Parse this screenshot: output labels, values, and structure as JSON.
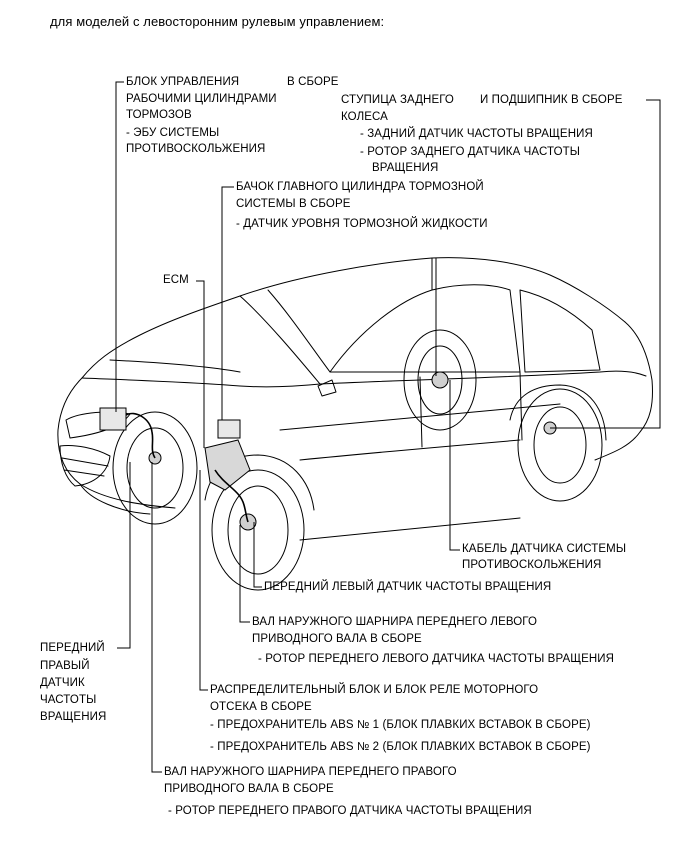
{
  "heading": "для моделей с левосторонним рулевым управлением:",
  "labels": {
    "brake_actuator": {
      "l1": "БЛОК УПРАВЛЕНИЯ",
      "l1b": "В СБОРЕ",
      "l2": "РАБОЧИМИ ЦИЛИНДРАМИ",
      "l3": "ТОРМОЗОВ",
      "l4": "- ЭБУ СИСТЕМЫ",
      "l5": "ПРОТИВОСКОЛЬЖЕНИЯ"
    },
    "rear_hub": {
      "l1": "СТУПИЦА ЗАДНЕГО",
      "l1b": "И ПОДШИПНИК В СБОРЕ",
      "l2": "КОЛЕСА",
      "l3": "- ЗАДНИЙ ДАТЧИК ЧАСТОТЫ ВРАЩЕНИЯ",
      "l4": "- РОТОР ЗАДНЕГО ДАТЧИКА ЧАСТОТЫ",
      "l5": "ВРАЩЕНИЯ"
    },
    "master_cylinder": {
      "l1": "БАЧОК ГЛАВНОГО ЦИЛИНДРА ТОРМОЗНОЙ",
      "l2": "СИСТЕМЫ В СБОРЕ",
      "l3": "- ДАТЧИК УРОВНЯ ТОРМОЗНОЙ ЖИДКОСТИ"
    },
    "ecm": "ECM",
    "skid_cable": {
      "l1": "КАБЕЛЬ ДАТЧИКА СИСТЕМЫ",
      "l2": "ПРОТИВОСКОЛЬЖЕНИЯ"
    },
    "front_left_sensor": "ПЕРЕДНИЙ ЛЕВЫЙ ДАТЧИК ЧАСТОТЫ ВРАЩЕНИЯ",
    "front_left_shaft": {
      "l1": "ВАЛ НАРУЖНОГО ШАРНИРА ПЕРЕДНЕГО ЛЕВОГО",
      "l2": "ПРИВОДНОГО ВАЛА В СБОРЕ",
      "l3": "- РОТОР ПЕРЕДНЕГО ЛЕВОГО ДАТЧИКА ЧАСТОТЫ ВРАЩЕНИЯ"
    },
    "front_right_sensor": {
      "l1": "ПЕРЕДНИЙ",
      "l2": "ПРАВЫЙ",
      "l3": "ДАТЧИК",
      "l4": "ЧАСТОТЫ",
      "l5": "ВРАЩЕНИЯ"
    },
    "relay_block": {
      "l1": "РАСПРЕДЕЛИТЕЛЬНЫЙ БЛОК И БЛОК РЕЛЕ МОТОРНОГО",
      "l2": "ОТСЕКА В СБОРЕ",
      "l3": "- ПРЕДОХРАНИТЕЛЬ ABS № 1 (БЛОК ПЛАВКИХ ВСТАВОК В СБОРЕ)",
      "l4": "- ПРЕДОХРАНИТЕЛЬ ABS № 2 (БЛОК ПЛАВКИХ ВСТАВОК В СБОРЕ)"
    },
    "front_right_shaft": {
      "l1": "ВАЛ НАРУЖНОГО ШАРНИРА ПЕРЕДНЕГО ПРАВОГО",
      "l2": "ПРИВОДНОГО ВАЛА В СБОРЕ",
      "l3": "- РОТОР ПЕРЕДНЕГО ПРАВОГО ДАТЧИКА ЧАСТОТЫ ВРАЩЕНИЯ"
    }
  }
}
